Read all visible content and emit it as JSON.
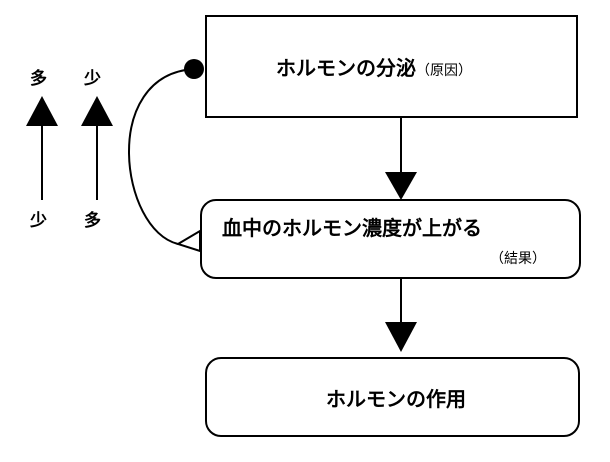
{
  "nodes": {
    "secretion": {
      "label": "ホルモンの分泌",
      "note": "（原因）"
    },
    "concentration": {
      "label": "血中のホルモン濃度が上がる",
      "note": "（結果）"
    },
    "action": {
      "label": "ホルモンの作用"
    }
  },
  "legend": [
    {
      "top": "多",
      "bottom": "少"
    },
    {
      "top": "少",
      "bottom": "多"
    }
  ],
  "edges": [
    {
      "from": "secretion",
      "to": "concentration",
      "type": "arrow"
    },
    {
      "from": "concentration",
      "to": "action",
      "type": "arrow"
    },
    {
      "from": "concentration",
      "to": "secretion",
      "type": "feedback-loop"
    }
  ]
}
